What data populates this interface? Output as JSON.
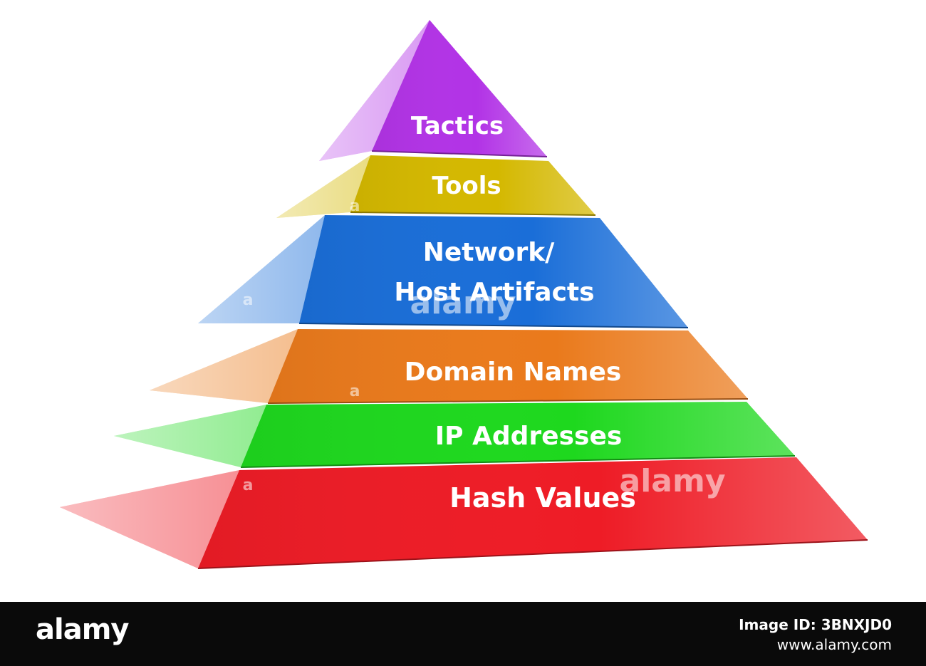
{
  "pyramid": {
    "tiers": [
      {
        "lines": [
          "Tactics"
        ],
        "color": "#b233e6"
      },
      {
        "lines": [
          "Tools"
        ],
        "color": "#d4b800"
      },
      {
        "lines": [
          "Network/",
          "Host Artifacts"
        ],
        "color": "#1a6ed8"
      },
      {
        "lines": [
          "Domain Names"
        ],
        "color": "#ea7a1c"
      },
      {
        "lines": [
          "IP Addresses"
        ],
        "color": "#1ed81e"
      },
      {
        "lines": [
          "Hash Values"
        ],
        "color": "#ee1c26"
      }
    ]
  },
  "watermark": {
    "small_mark": "a",
    "word": "alamy"
  },
  "footer": {
    "logo": "alamy",
    "image_id": "Image ID: 3BNXJD0",
    "site": "www.alamy.com"
  }
}
